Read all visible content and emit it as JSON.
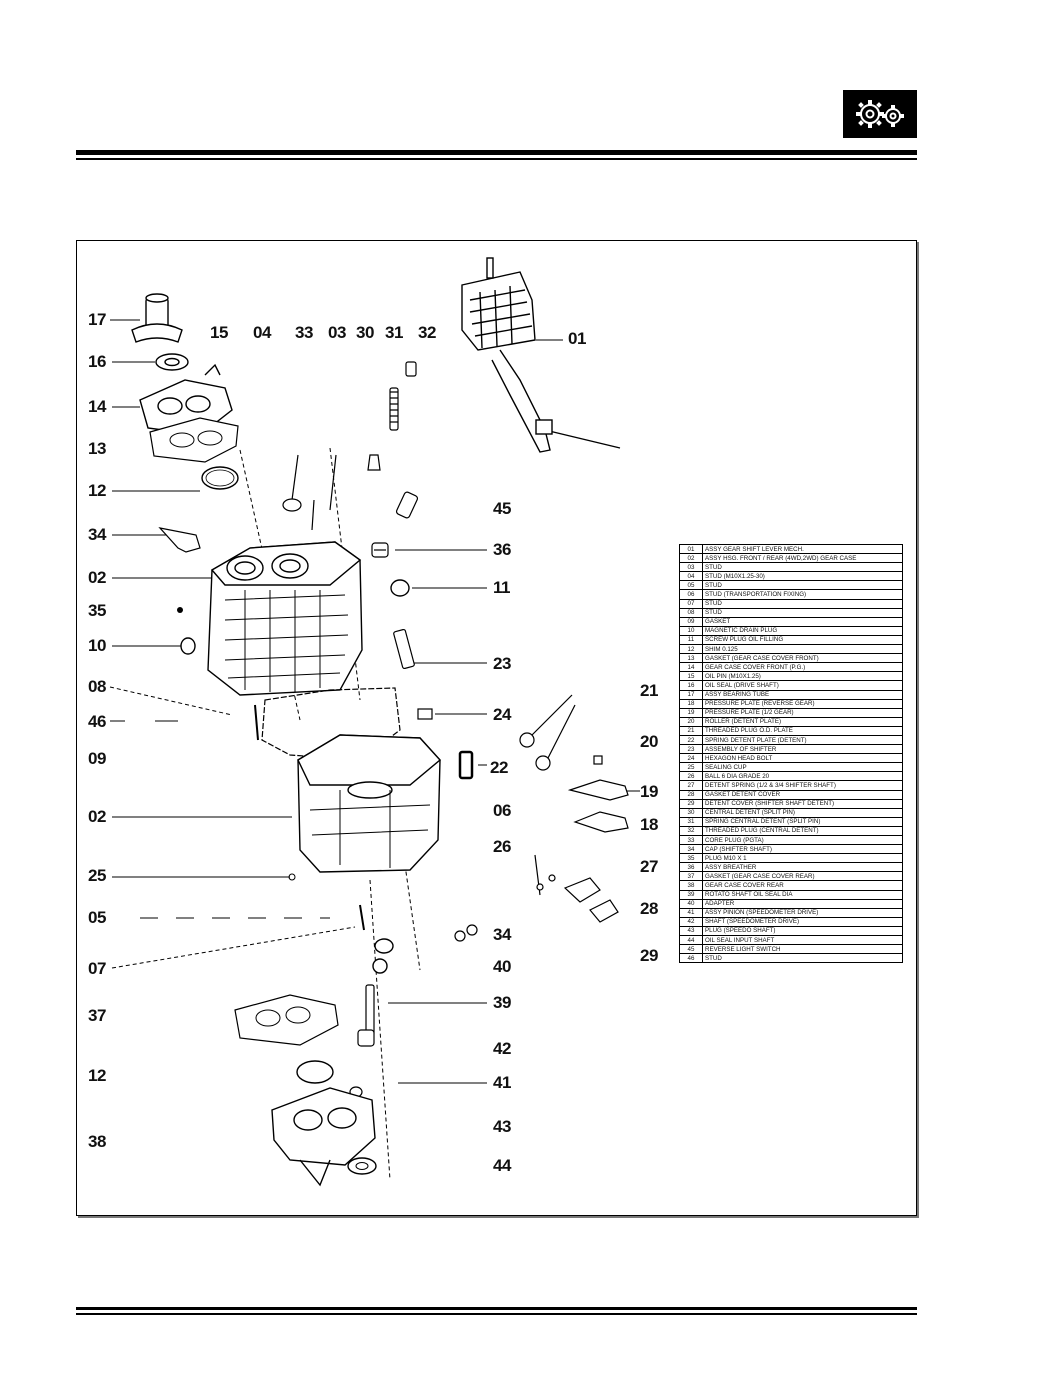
{
  "header": {
    "icon": "gears-icon"
  },
  "callouts": [
    {
      "id": "c17",
      "text": "17"
    },
    {
      "id": "c15",
      "text": "15"
    },
    {
      "id": "c04",
      "text": "04"
    },
    {
      "id": "c33",
      "text": "33"
    },
    {
      "id": "c03",
      "text": "03"
    },
    {
      "id": "c30",
      "text": "30"
    },
    {
      "id": "c31",
      "text": "31"
    },
    {
      "id": "c32",
      "text": "32"
    },
    {
      "id": "c01",
      "text": "01"
    },
    {
      "id": "c16",
      "text": "16"
    },
    {
      "id": "c14",
      "text": "14"
    },
    {
      "id": "c13",
      "text": "13"
    },
    {
      "id": "c12a",
      "text": "12"
    },
    {
      "id": "c45",
      "text": "45"
    },
    {
      "id": "c34a",
      "text": "34"
    },
    {
      "id": "c36",
      "text": "36"
    },
    {
      "id": "c02a",
      "text": "02"
    },
    {
      "id": "c11",
      "text": "11"
    },
    {
      "id": "c35",
      "text": "35"
    },
    {
      "id": "c10",
      "text": "10"
    },
    {
      "id": "c23",
      "text": "23"
    },
    {
      "id": "c08",
      "text": "08"
    },
    {
      "id": "c21",
      "text": "21"
    },
    {
      "id": "c46",
      "text": "46"
    },
    {
      "id": "c24",
      "text": "24"
    },
    {
      "id": "c09",
      "text": "09"
    },
    {
      "id": "c20",
      "text": "20"
    },
    {
      "id": "c22",
      "text": "22"
    },
    {
      "id": "c19",
      "text": "19"
    },
    {
      "id": "c02b",
      "text": "02"
    },
    {
      "id": "c06",
      "text": "06"
    },
    {
      "id": "c18",
      "text": "18"
    },
    {
      "id": "c26",
      "text": "26"
    },
    {
      "id": "c25",
      "text": "25"
    },
    {
      "id": "c27",
      "text": "27"
    },
    {
      "id": "c05",
      "text": "05"
    },
    {
      "id": "c28",
      "text": "28"
    },
    {
      "id": "c34b",
      "text": "34"
    },
    {
      "id": "c29",
      "text": "29"
    },
    {
      "id": "c07",
      "text": "07"
    },
    {
      "id": "c40",
      "text": "40"
    },
    {
      "id": "c39",
      "text": "39"
    },
    {
      "id": "c37",
      "text": "37"
    },
    {
      "id": "c42",
      "text": "42"
    },
    {
      "id": "c12b",
      "text": "12"
    },
    {
      "id": "c41",
      "text": "41"
    },
    {
      "id": "c43",
      "text": "43"
    },
    {
      "id": "c38",
      "text": "38"
    },
    {
      "id": "c44",
      "text": "44"
    }
  ],
  "parts_list": [
    {
      "no": "01",
      "desc": "ASSY GEAR SHIFT LEVER MECH."
    },
    {
      "no": "02",
      "desc": "ASSY HSG. FRONT / REAR (4WD,2WD) GEAR CASE"
    },
    {
      "no": "03",
      "desc": "STUD"
    },
    {
      "no": "04",
      "desc": "STUD (M10X1.25-30)"
    },
    {
      "no": "05",
      "desc": "STUD"
    },
    {
      "no": "06",
      "desc": "STUD (TRANSPORTATION FIXING)"
    },
    {
      "no": "07",
      "desc": "STUD"
    },
    {
      "no": "08",
      "desc": "STUD"
    },
    {
      "no": "09",
      "desc": "GASKET"
    },
    {
      "no": "10",
      "desc": "MAGNETIC DRAIN PLUG"
    },
    {
      "no": "11",
      "desc": "SCREW PLUG OIL FILLING"
    },
    {
      "no": "12",
      "desc": "SHIM 0.125"
    },
    {
      "no": "13",
      "desc": "GASKET (GEAR CASE COVER FRONT)"
    },
    {
      "no": "14",
      "desc": "GEAR CASE COVER FRONT (P.G.)"
    },
    {
      "no": "15",
      "desc": "OIL PIN (M10X1.25)"
    },
    {
      "no": "16",
      "desc": "OIL SEAL (DRIVE SHAFT)"
    },
    {
      "no": "17",
      "desc": "ASSY BEARING TUBE"
    },
    {
      "no": "18",
      "desc": "PRESSURE PLATE (REVERSE GEAR)"
    },
    {
      "no": "19",
      "desc": "PRESSURE PLATE (1/2 GEAR)"
    },
    {
      "no": "20",
      "desc": "ROLLER (DETENT PLATE)"
    },
    {
      "no": "21",
      "desc": "THREADED PLUG O.D. PLATE"
    },
    {
      "no": "22",
      "desc": "SPRING DETENT PLATE (DETENT)"
    },
    {
      "no": "23",
      "desc": "ASSEMBLY OF SHIFTER"
    },
    {
      "no": "24",
      "desc": "HEXAGON HEAD BOLT"
    },
    {
      "no": "25",
      "desc": "SEALING CUP"
    },
    {
      "no": "26",
      "desc": "BALL 6 DIA GRADE 20"
    },
    {
      "no": "27",
      "desc": "DETENT SPRING (1/2 & 3/4 SHIFTER SHAFT)"
    },
    {
      "no": "28",
      "desc": "GASKET DETENT COVER"
    },
    {
      "no": "29",
      "desc": "DETENT COVER (SHIFTER SHAFT DETENT)"
    },
    {
      "no": "30",
      "desc": "CENTRAL DETENT (SPLIT PIN)"
    },
    {
      "no": "31",
      "desc": "SPRING CENTRAL DETENT (SPLIT PIN)"
    },
    {
      "no": "32",
      "desc": "THREADED PLUG (CENTRAL DETENT)"
    },
    {
      "no": "33",
      "desc": "CORE PLUG (PGTA)"
    },
    {
      "no": "34",
      "desc": "CAP (SHIFTER SHAFT)"
    },
    {
      "no": "35",
      "desc": "PLUG M10 X 1"
    },
    {
      "no": "36",
      "desc": "ASSY BREATHER"
    },
    {
      "no": "37",
      "desc": "GASKET (GEAR CASE COVER REAR)"
    },
    {
      "no": "38",
      "desc": "GEAR CASE COVER REAR"
    },
    {
      "no": "39",
      "desc": "ROTATO SHAFT OIL SEAL DIA"
    },
    {
      "no": "40",
      "desc": "ADAPTER"
    },
    {
      "no": "41",
      "desc": "ASSY PINION (SPEEDOMETER DRIVE)"
    },
    {
      "no": "42",
      "desc": "SHAFT (SPEEDOMETER DRIVE)"
    },
    {
      "no": "43",
      "desc": "PLUG (SPEEDO SHAFT)"
    },
    {
      "no": "44",
      "desc": "OIL SEAL INPUT SHAFT"
    },
    {
      "no": "45",
      "desc": "REVERSE LIGHT SWITCH"
    },
    {
      "no": "46",
      "desc": "STUD"
    }
  ]
}
